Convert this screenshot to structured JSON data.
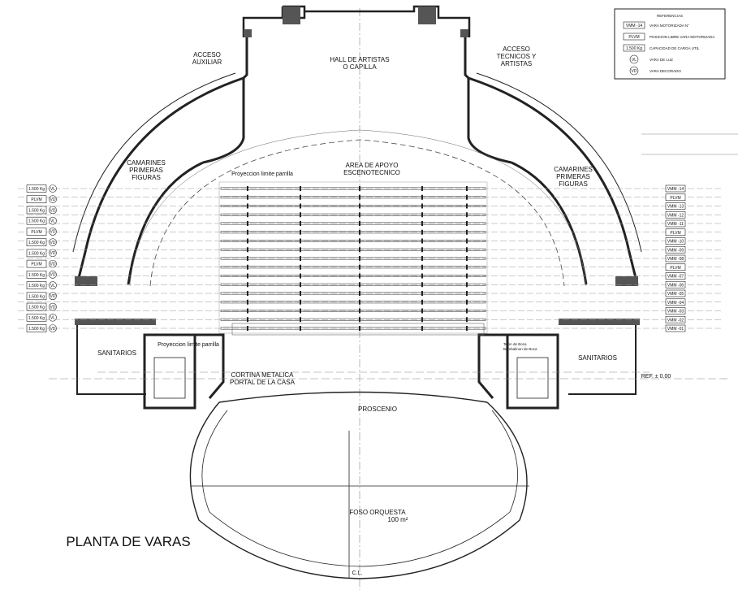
{
  "title": "PLANTA DE VARAS",
  "legend": {
    "heading": "REFERENCIAS",
    "items": [
      {
        "symbol": "VMM -14",
        "text": "VARA MOTORIZADA N°"
      },
      {
        "symbol": "PLVM",
        "text": "POSICION LIBRE VARA MOTORIZADA"
      },
      {
        "symbol": "1.500 Kg",
        "text": "CAPACIDAD DE CARGA UTIL"
      },
      {
        "symbol": "VL",
        "text": "VARA DE LUZ"
      },
      {
        "symbol": "VD",
        "text": "VARA DECORADO"
      }
    ]
  },
  "rooms": {
    "hall": [
      "HALL DE ARTISTAS",
      "O CAPILLA"
    ],
    "acceso_aux": [
      "ACCESO",
      "AUXILIAR"
    ],
    "acceso_tec": [
      "ACCESO",
      "TECNICOS Y",
      "ARTISTAS"
    ],
    "area_apoyo": [
      "AREA DE APOYO",
      "ESCENOTECNICO"
    ],
    "camarines_left": [
      "CAMARINES",
      "PRIMERAS",
      "FIGURAS"
    ],
    "camarines_right": [
      "CAMARINES",
      "PRIMERAS",
      "FIGURAS"
    ],
    "proyeccion_top": "Proyeccion limite parrilla",
    "proyeccion_bottom": "Proyeccion limite parrilla",
    "sanitarios_left": "SANITARIOS",
    "sanitarios_right": "SANITARIOS",
    "cortina": [
      "CORTINA METALICA",
      "PORTAL DE LA CASA"
    ],
    "telon": [
      "Telon de Boca",
      "Bambalinon de Boca"
    ],
    "proscenio": "PROSCENIO",
    "foso": [
      "FOSO ORQUESTA",
      "100 m²"
    ],
    "ref": "REF. ± 0.00",
    "cl": "C.L."
  },
  "rows_left": [
    {
      "load": "1.500 Kg",
      "tag": "VL"
    },
    {
      "load": "PLVM",
      "tag": "VD"
    },
    {
      "load": "1.500 Kg",
      "tag": "VD"
    },
    {
      "load": "1.500 Kg",
      "tag": "VL"
    },
    {
      "load": "PLVM",
      "tag": "VD"
    },
    {
      "load": "1.500 Kg",
      "tag": "VD"
    },
    {
      "load": "1.500 Kg",
      "tag": "VD"
    },
    {
      "load": "PLVM",
      "tag": "VD"
    },
    {
      "load": "1.500 Kg",
      "tag": "VD"
    },
    {
      "load": "1.500 Kg",
      "tag": "VL"
    },
    {
      "load": "1.500 Kg",
      "tag": "VD"
    },
    {
      "load": "1.500 Kg",
      "tag": "VD"
    },
    {
      "load": "1.500 Kg",
      "tag": "VL"
    },
    {
      "load": "1.500 Kg",
      "tag": "VD"
    }
  ],
  "rows_right": [
    "VMM -14",
    "PLVM",
    "VMM -13",
    "VMM -12",
    "VMM -11",
    "PLVM",
    "VMM -10",
    "VMM -09",
    "VMM -08",
    "PLVM",
    "VMM -07",
    "VMM -06",
    "VMM -05",
    "VMM -04",
    "VMM -03",
    "VMM -02",
    "VMM -01"
  ]
}
